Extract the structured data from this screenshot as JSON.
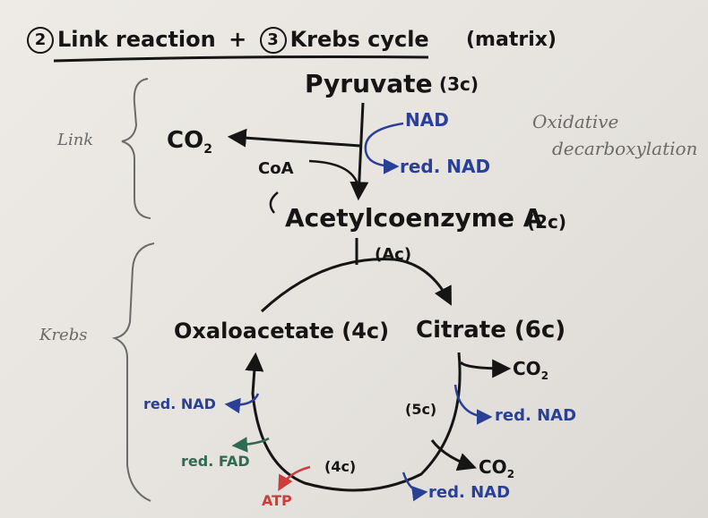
{
  "title": {
    "step_one_num": "2",
    "step_one": "Link reaction",
    "plus": "+",
    "step_two_num": "3",
    "step_two": "Krebs cycle",
    "location": "(matrix)"
  },
  "link": {
    "bracket_label": "Link",
    "pyruvate": "Pyruvate",
    "pyruvate_c": "(3c)",
    "co2": "CO",
    "co2_sub": "2",
    "nad": "NAD",
    "red_nad": "red. NAD",
    "coa": "CoA",
    "acetyl": "Acetylcoenzyme A",
    "acetyl_c": "(2c)",
    "note_line1": "Oxidative",
    "note_line2": "decarboxylation"
  },
  "krebs": {
    "bracket_label": "Krebs",
    "ac": "(Ac)",
    "oxaloacetate": "Oxaloacetate (4c)",
    "citrate": "Citrate (6c)",
    "co2_a": "CO",
    "co2_a_sub": "2",
    "red_nad_a": "red. NAD",
    "five_c": "(5c)",
    "co2_b": "CO",
    "co2_b_sub": "2",
    "red_nad_b": "red. NAD",
    "four_c": "(4c)",
    "atp": "ATP",
    "red_fad": "red. FAD",
    "red_nad_c": "red. NAD"
  },
  "colors": {
    "ink": "#151515",
    "blue": "#2a3f96",
    "green": "#2f6a55",
    "red": "#cc3d3a",
    "gray": "#6a6a6a"
  }
}
